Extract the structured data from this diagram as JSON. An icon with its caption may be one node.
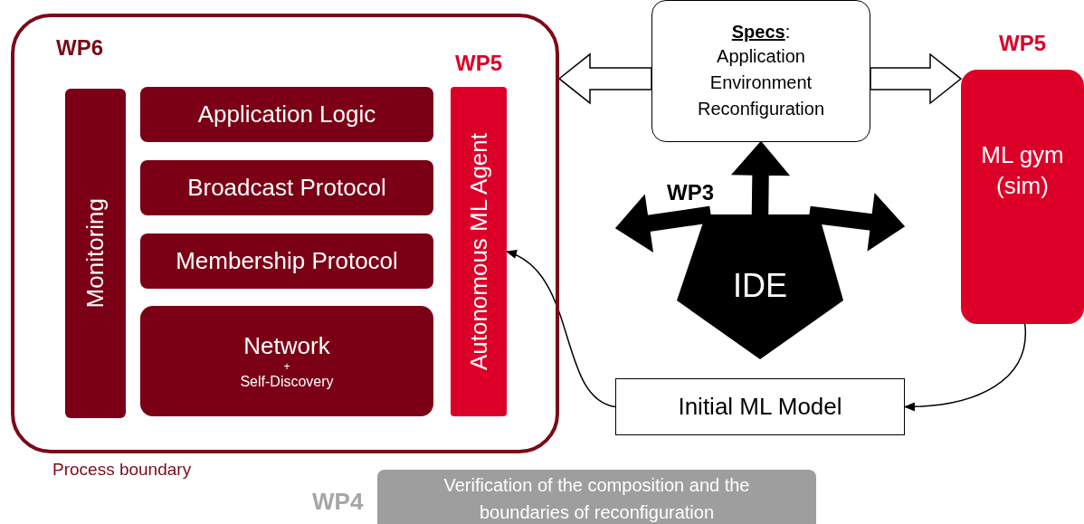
{
  "diagram": {
    "nodes": [
      {
        "text": [
          "WP6"
        ],
        "beside": [
          "Process boundary"
        ]
      },
      {
        "text": [
          "Monitoring"
        ],
        "in": 0
      },
      {
        "text": [
          "Application Logic"
        ],
        "in": 0
      },
      {
        "text": [
          "Broadcast Protocol"
        ],
        "in": 0
      },
      {
        "text": [
          "Membership Protocol"
        ],
        "in": 0
      },
      {
        "text": [
          "Network",
          "+",
          "Self-Discovery"
        ],
        "in": 0
      },
      {
        "text": [
          "WP5",
          "Autonomous ML Agent"
        ],
        "in": 0
      },
      {
        "text": [
          "**Specs**:",
          "Application Environment Reconfiguration"
        ]
      },
      {
        "text": [
          "WP5",
          "ML gym (sim)"
        ]
      },
      {
        "text": [
          "WP3",
          "IDE"
        ]
      },
      {
        "text": [
          "Initial ML Model"
        ]
      },
      {
        "text": [
          "WP4",
          "Verification of the composition and the boundaries of reconfiguration"
        ]
      }
    ],
    "edges": [
      {
        "from": 7,
        "to": 0,
        "arrow": "to",
        "style": "thick",
        "color": "#ffffff"
      },
      {
        "from": 7,
        "to": 8,
        "arrow": "to",
        "style": "thick",
        "color": "#ffffff"
      },
      {
        "from": 9,
        "to": 7,
        "arrow": "to",
        "style": "thick"
      },
      {
        "from": 9,
        "to": null,
        "arrow": "to",
        "style": "thick"
      },
      {
        "from": 9,
        "to": null,
        "arrow": "to",
        "style": "thick"
      },
      {
        "from": 8,
        "to": 10,
        "arrow": "to"
      },
      {
        "from": 10,
        "to": 6,
        "arrow": "to"
      }
    ]
  }
}
